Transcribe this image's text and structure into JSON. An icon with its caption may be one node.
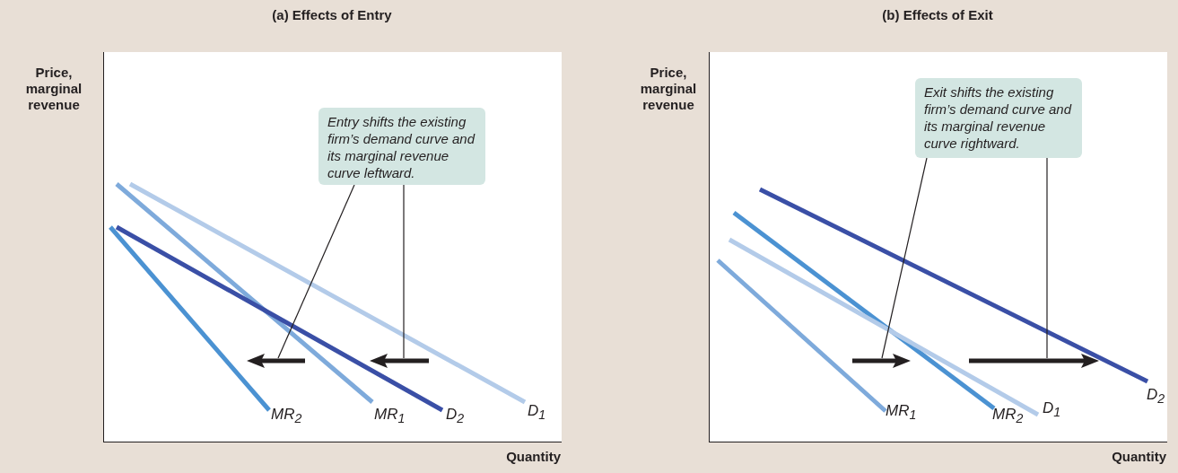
{
  "diagram": {
    "nodes": [
      {
        "text": [
          "Entry shifts the existing firm’s demand curve and its marginal revenue curve leftward."
        ]
      },
      {
        "text": [],
        "shape": "arrow"
      },
      {
        "text": [],
        "shape": "arrow"
      },
      {
        "text": [
          "Exit shifts the existing firm’s demand curve and its marginal revenue curve rightward."
        ]
      },
      {
        "text": [],
        "shape": "arrow"
      },
      {
        "text": [],
        "shape": "arrow"
      }
    ],
    "edges": [
      {
        "from": 0,
        "to": 1,
        "arrow": "none"
      },
      {
        "from": 0,
        "to": 2,
        "arrow": "none"
      },
      {
        "from": 3,
        "to": 4,
        "arrow": "none"
      },
      {
        "from": 3,
        "to": 5,
        "arrow": "none"
      }
    ],
    "labels": [
      "(a) Effects of Entry",
      "(b) Effects of Exit",
      "Price, marginal revenue",
      "MR$_{2}$",
      "MR$_{1}$",
      "D$_{2}$",
      "D$_{1}$",
      "Quantity",
      "Price, marginal revenue",
      "MR$_{1}$",
      "MR$_{2}$",
      "D$_{1}$",
      "D$_{2}$",
      "Quantity"
    ]
  }
}
